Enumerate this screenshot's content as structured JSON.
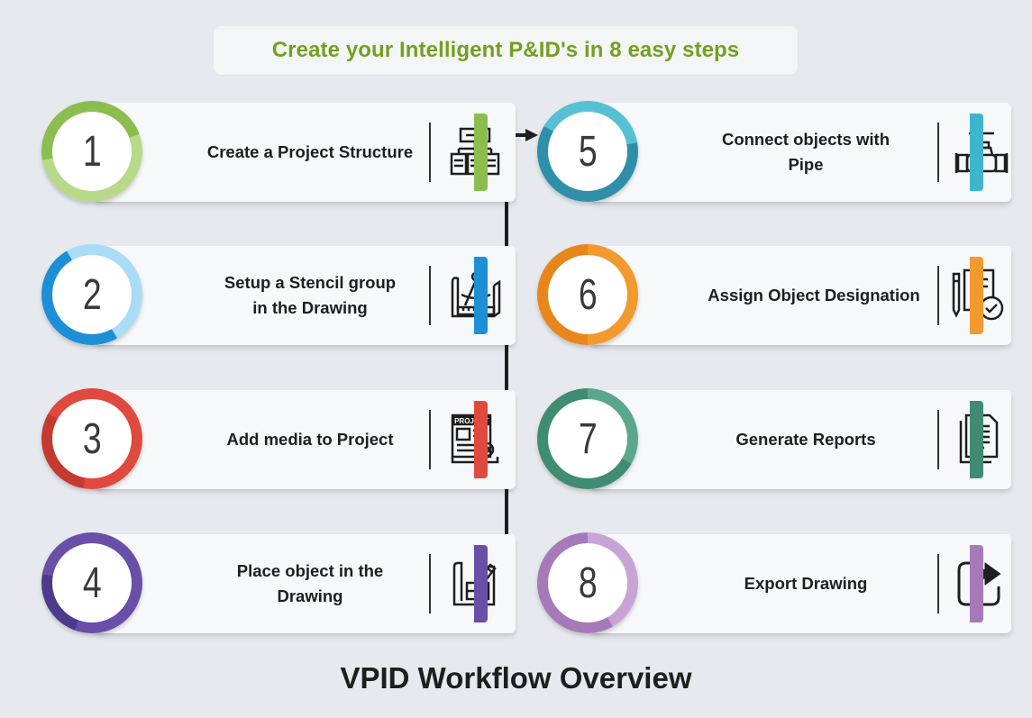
{
  "header": {
    "title": "Create your Intelligent P&ID's in 8 easy steps"
  },
  "footer": {
    "title": "VPID Workflow Overview"
  },
  "colors": {
    "title_green": "#74a01f",
    "step1": "#8cbd4f",
    "step1_light": "#b8d98a",
    "step2": "#1d8fd6",
    "step2_light": "#a9dcf5",
    "step3": "#e0493e",
    "step3_light": "#c53a30",
    "step4": "#6a4fa8",
    "step4_light": "#4e3a8c",
    "step5": "#2f8fa8",
    "step5_light": "#56c1d3",
    "step6": "#f29a2e",
    "step6_light": "#e8861c",
    "step7": "#3f8c72",
    "step7_light": "#5aa78b",
    "step8": "#a67ab8",
    "step8_light": "#c9a3d6"
  },
  "steps": [
    {
      "number": "1",
      "label": "Create a Project Structure",
      "icon": "project-structure-icon"
    },
    {
      "number": "2",
      "label": "Setup a Stencil group\nin the Drawing",
      "icon": "compass-drafting-icon"
    },
    {
      "number": "3",
      "label": "Add media to Project",
      "icon": "project-media-icon"
    },
    {
      "number": "4",
      "label": "Place object in the\nDrawing",
      "icon": "blueprint-pencil-icon"
    },
    {
      "number": "5",
      "label": "Connect objects with\nPipe",
      "icon": "pipe-valve-icon"
    },
    {
      "number": "6",
      "label": "Assign Object Designation",
      "icon": "checklist-icon"
    },
    {
      "number": "7",
      "label": "Generate Reports",
      "icon": "reports-icon"
    },
    {
      "number": "8",
      "label": "Export Drawing",
      "icon": "export-icon"
    }
  ]
}
